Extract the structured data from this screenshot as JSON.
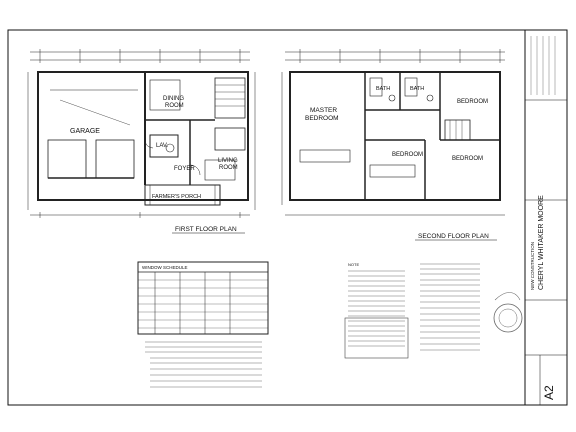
{
  "first_floor": {
    "title": "FIRST FLOOR PLAN",
    "rooms": {
      "garage": "GARAGE",
      "dining_room": "DINING\nROOM",
      "lav": "LAV.",
      "foyer": "FOYER",
      "living_room": "LIVING\nROOM",
      "farmers_porch": "FARMER'S PORCH"
    }
  },
  "second_floor": {
    "title": "SECOND FLOOR PLAN",
    "rooms": {
      "master_bedroom": "MASTER\nBEDROOM",
      "bath_1": "BATH",
      "bath_2": "BATH",
      "bedroom_right": "BEDROOM",
      "bedroom_center": "BEDROOM",
      "bedroom_lower": "BEDROOM"
    }
  },
  "schedule": {
    "title": "WINDOW SCHEDULE"
  },
  "notes": {
    "heading": "NOTE"
  },
  "title_block": {
    "firm_name": "CHERYL WHITAKER MOORE",
    "project": "NEW CONSTRUCTION",
    "sheet_label": "A2"
  }
}
